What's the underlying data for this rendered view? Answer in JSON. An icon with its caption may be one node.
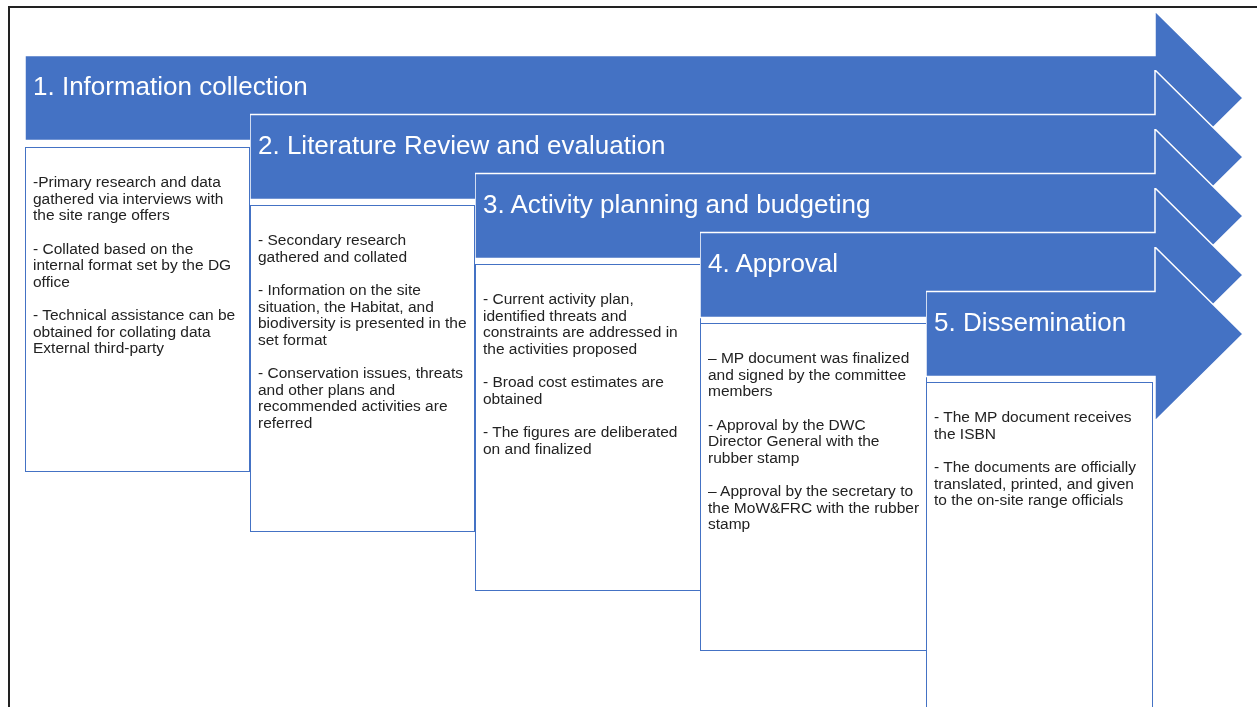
{
  "diagram": {
    "nodes": [
      {
        "text": [
          "1. Information collection"
        ]
      },
      {
        "text": [
          "-Primary research and data gathered via interviews with the site range offers",
          "- Collated based on the internal format set by the DG office",
          "- Technical assistance can be obtained for collating data External third-party"
        ]
      },
      {
        "text": [
          "2. Literature Review and evaluation"
        ]
      },
      {
        "text": [
          "- Secondary research gathered and collated",
          "- Information on the site situation, the Habitat, and biodiversity is presented in the set format",
          "- Conservation issues, threats and other plans and recommended activities are referred"
        ]
      },
      {
        "text": [
          "3. Activity planning and budgeting"
        ]
      },
      {
        "text": [
          "- Current activity plan, identified threats and constraints are addressed in the activities proposed",
          "- Broad cost estimates are obtained",
          "- The figures are deliberated on and finalized"
        ]
      },
      {
        "text": [
          "4. Approval"
        ]
      },
      {
        "text": [
          "– MP document was finalized and signed by the committee members",
          "- Approval by the DWC Director General with the rubber stamp",
          "– Approval by the secretary to the MoW&FRC with the rubber stamp"
        ]
      },
      {
        "text": [
          "5. Dissemination"
        ]
      },
      {
        "text": [
          "- The MP document receives the ISBN",
          "- The documents are officially translated, printed, and given to the on-site range officials"
        ]
      }
    ]
  }
}
